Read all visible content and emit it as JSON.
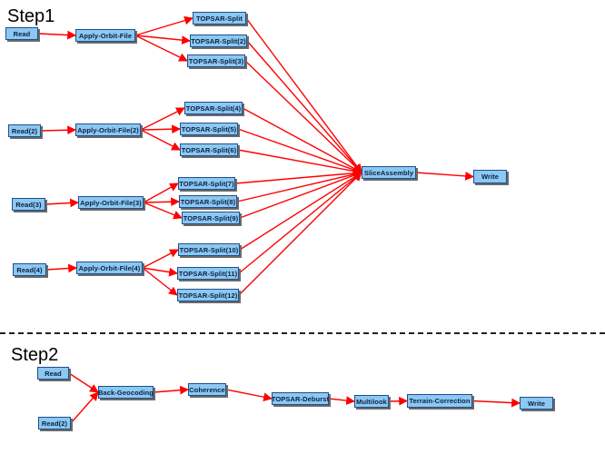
{
  "steps": {
    "step1": "Step1",
    "step2": "Step2"
  },
  "colors": {
    "edge": "#ff0000",
    "node_fill": "#8cc8f0",
    "node_border": "#1f4f8f",
    "shadow": "#6a6a6a",
    "text": "#0b1f45"
  },
  "nodes": {
    "read1": "Read",
    "apply1": "Apply-Orbit-File",
    "split1": "TOPSAR-Split",
    "split2": "TOPSAR-Split(2)",
    "split3": "TOPSAR-Split(3)",
    "read2": "Read(2)",
    "apply2": "Apply-Orbit-File(2)",
    "split4": "TOPSAR-Split(4)",
    "split5": "TOPSAR-Split(5)",
    "split6": "TOPSAR-Split(6)",
    "read3": "Read(3)",
    "apply3": "Apply-Orbit-File(3)",
    "split7": "TOPSAR-Split(7)",
    "split8": "TOPSAR-Split(8)",
    "split9": "TOPSAR-Split(9)",
    "read4": "Read(4)",
    "apply4": "Apply-Orbit-File(4)",
    "split10": "TOPSAR-Split(10)",
    "split11": "TOPSAR-Split(11)",
    "split12": "TOPSAR-Split(12)",
    "slice": "SliceAssembly",
    "write1": "Write",
    "s2read": "Read",
    "s2read2": "Read(2)",
    "backgeo": "Back-Geocoding",
    "coherence": "Coherence",
    "deburst": "TOPSAR-Deburst",
    "multilook": "Multilook",
    "terrain": "Terrain-Correction",
    "s2write": "Write"
  },
  "edges": [
    [
      "read1",
      "apply1"
    ],
    [
      "apply1",
      "split1"
    ],
    [
      "apply1",
      "split2"
    ],
    [
      "apply1",
      "split3"
    ],
    [
      "read2",
      "apply2"
    ],
    [
      "apply2",
      "split4"
    ],
    [
      "apply2",
      "split5"
    ],
    [
      "apply2",
      "split6"
    ],
    [
      "read3",
      "apply3"
    ],
    [
      "apply3",
      "split7"
    ],
    [
      "apply3",
      "split8"
    ],
    [
      "apply3",
      "split9"
    ],
    [
      "read4",
      "apply4"
    ],
    [
      "apply4",
      "split10"
    ],
    [
      "apply4",
      "split11"
    ],
    [
      "apply4",
      "split12"
    ],
    [
      "split1",
      "slice"
    ],
    [
      "split2",
      "slice"
    ],
    [
      "split3",
      "slice"
    ],
    [
      "split4",
      "slice"
    ],
    [
      "split5",
      "slice"
    ],
    [
      "split6",
      "slice"
    ],
    [
      "split7",
      "slice"
    ],
    [
      "split8",
      "slice"
    ],
    [
      "split9",
      "slice"
    ],
    [
      "split10",
      "slice"
    ],
    [
      "split11",
      "slice"
    ],
    [
      "split12",
      "slice"
    ],
    [
      "slice",
      "write1"
    ],
    [
      "s2read",
      "backgeo"
    ],
    [
      "s2read2",
      "backgeo"
    ],
    [
      "backgeo",
      "coherence"
    ],
    [
      "coherence",
      "deburst"
    ],
    [
      "deburst",
      "multilook"
    ],
    [
      "multilook",
      "terrain"
    ],
    [
      "terrain",
      "s2write"
    ]
  ]
}
